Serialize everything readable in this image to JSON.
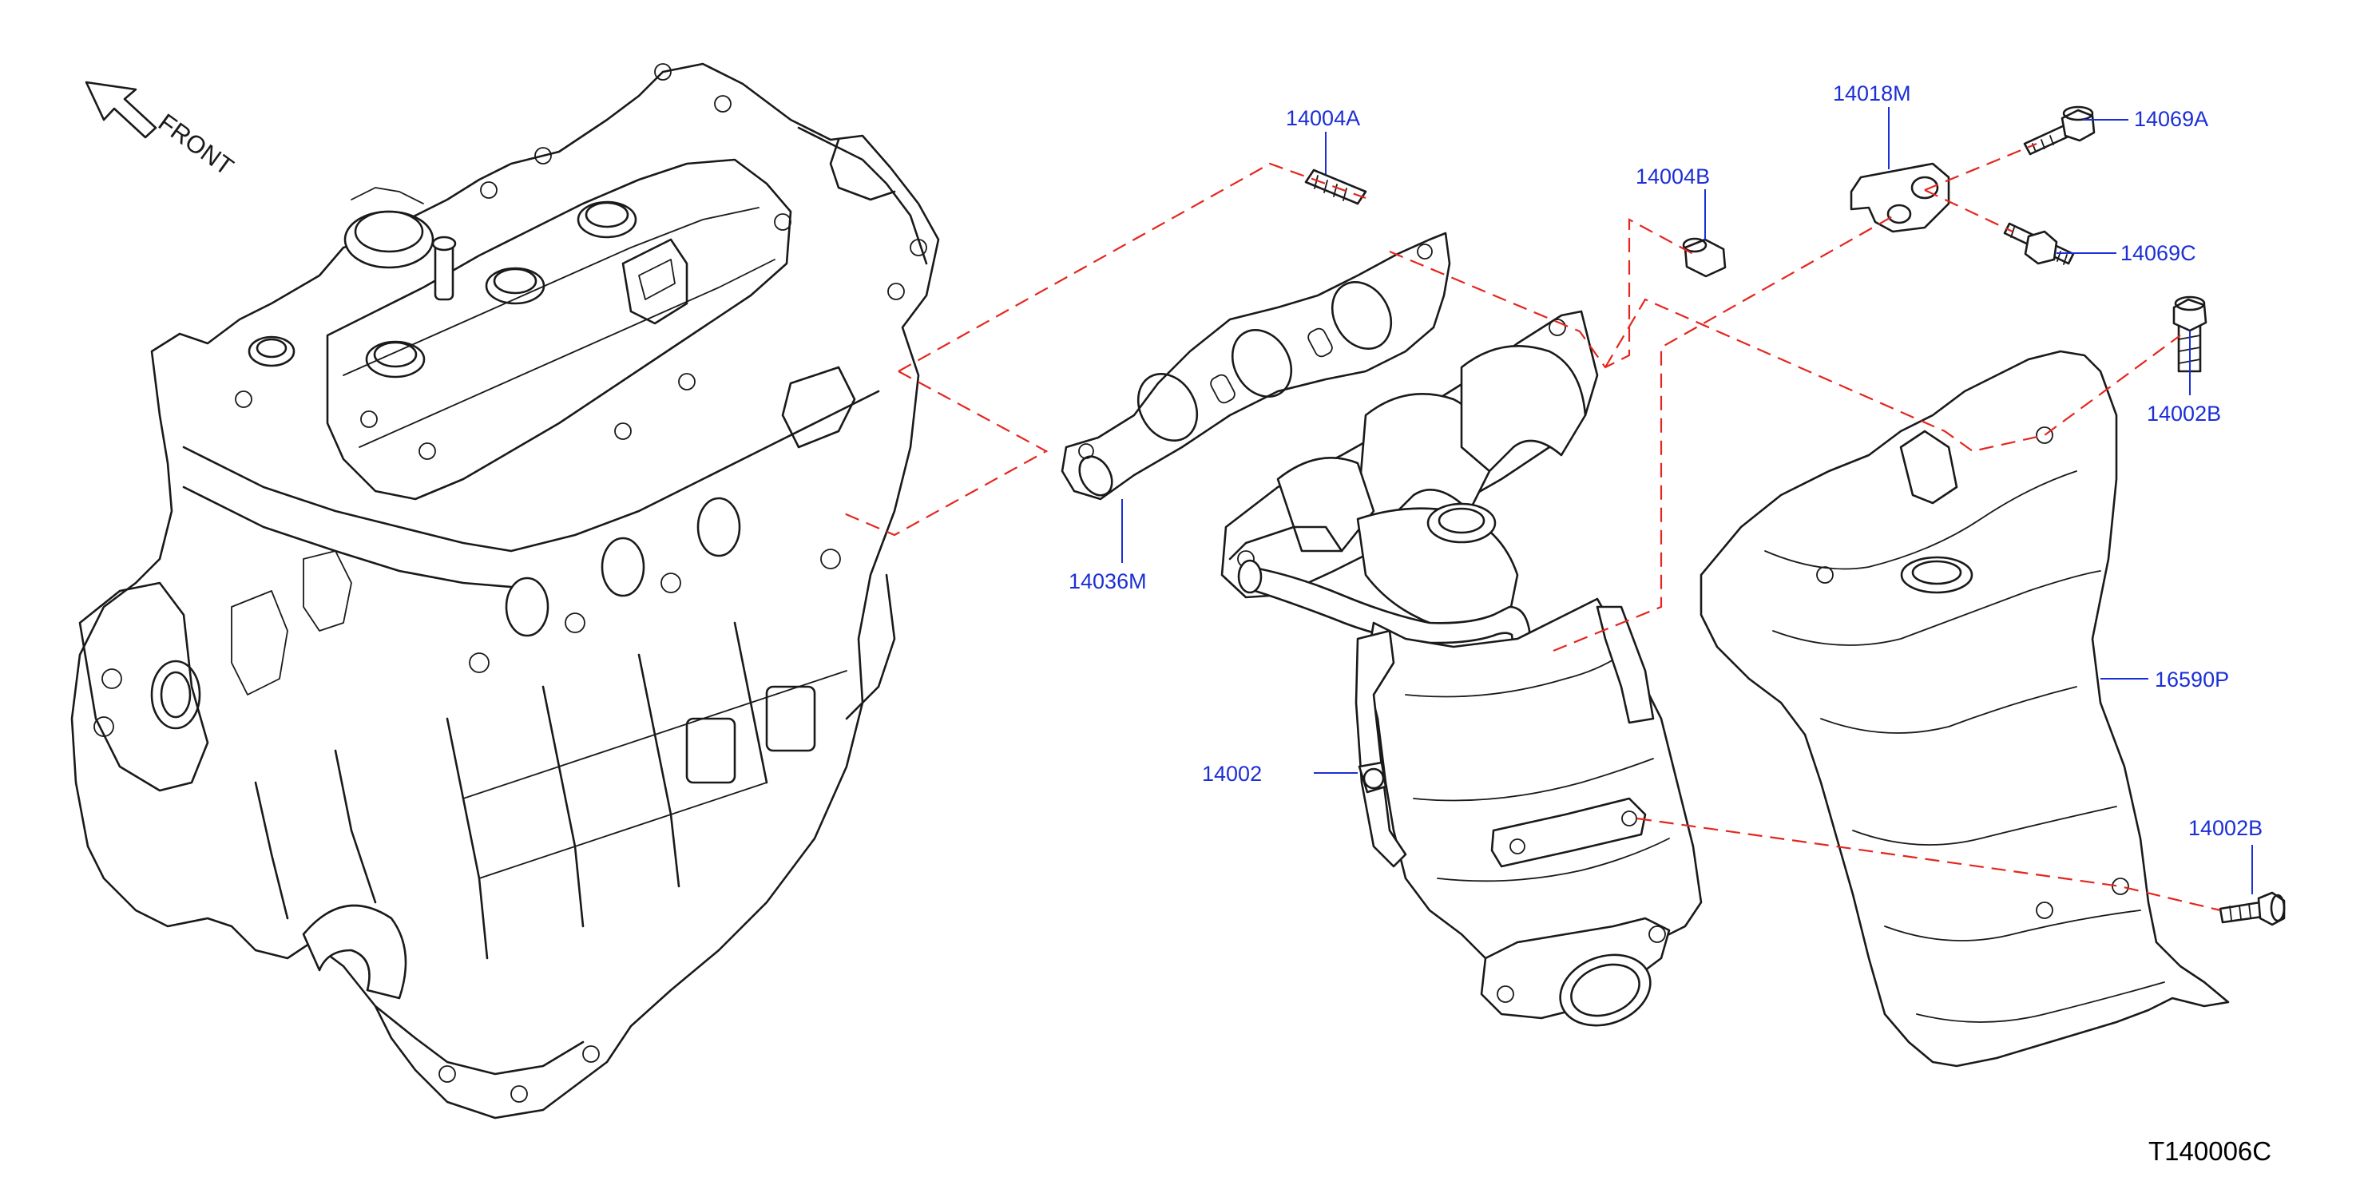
{
  "orientation_label": "FRONT",
  "diagram_code": "T140006C",
  "callouts": {
    "stud": "14004A",
    "nut": "14004B",
    "bracket": "14018M",
    "bolt_a": "14069A",
    "stud_c": "14069C",
    "gasket": "14036M",
    "bolt_upper": "14002B",
    "manifold": "14002",
    "heat_insulator": "16590P",
    "bolt_lower": "14002B"
  },
  "colors": {
    "line_art": "#1a1a1a",
    "callout_text": "#1c2fd6",
    "dashed_connectors": "#e4261f"
  }
}
